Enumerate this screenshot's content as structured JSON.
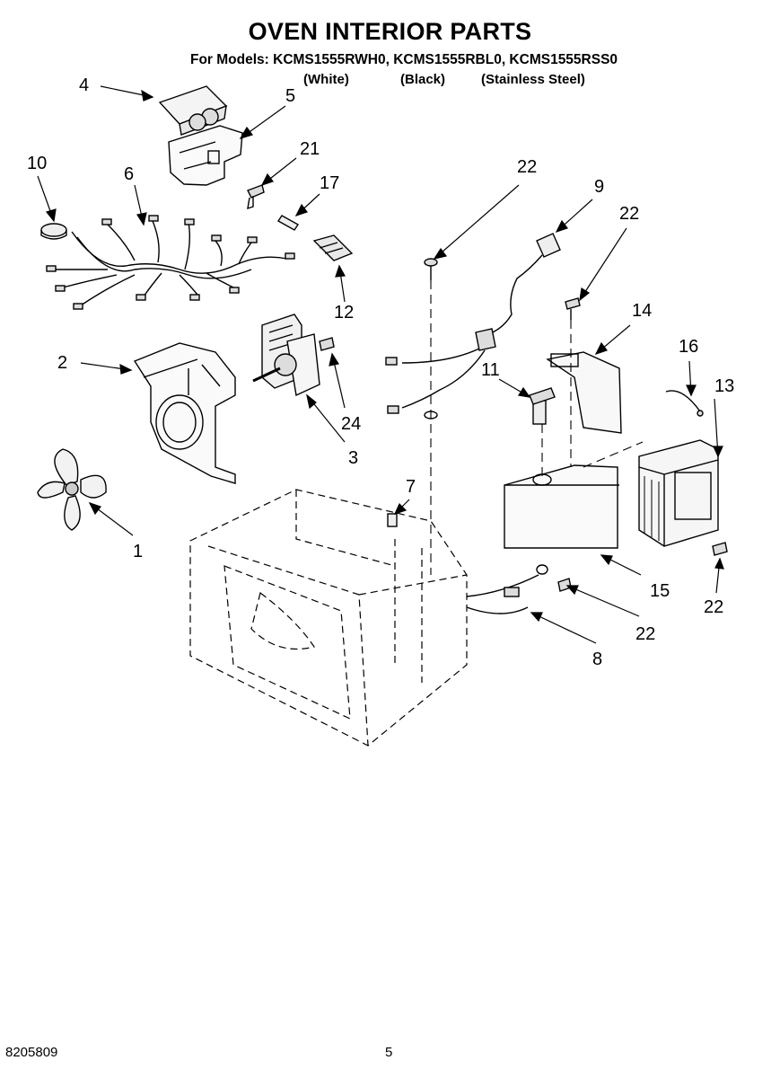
{
  "title": "OVEN INTERIOR PARTS",
  "models_line": "For Models: KCMS1555RWH0, KCMS1555RBL0, KCMS1555RSS0",
  "variants": [
    "(White)",
    "(Black)",
    "(Stainless Steel)"
  ],
  "callouts": [
    "4",
    "5",
    "21",
    "17",
    "10",
    "6",
    "12",
    "2",
    "24",
    "3",
    "1",
    "22",
    "9",
    "22",
    "14",
    "11",
    "16",
    "13",
    "7",
    "15",
    "22",
    "22",
    "8"
  ],
  "footer": {
    "doc_number": "8205809",
    "page": "5"
  }
}
